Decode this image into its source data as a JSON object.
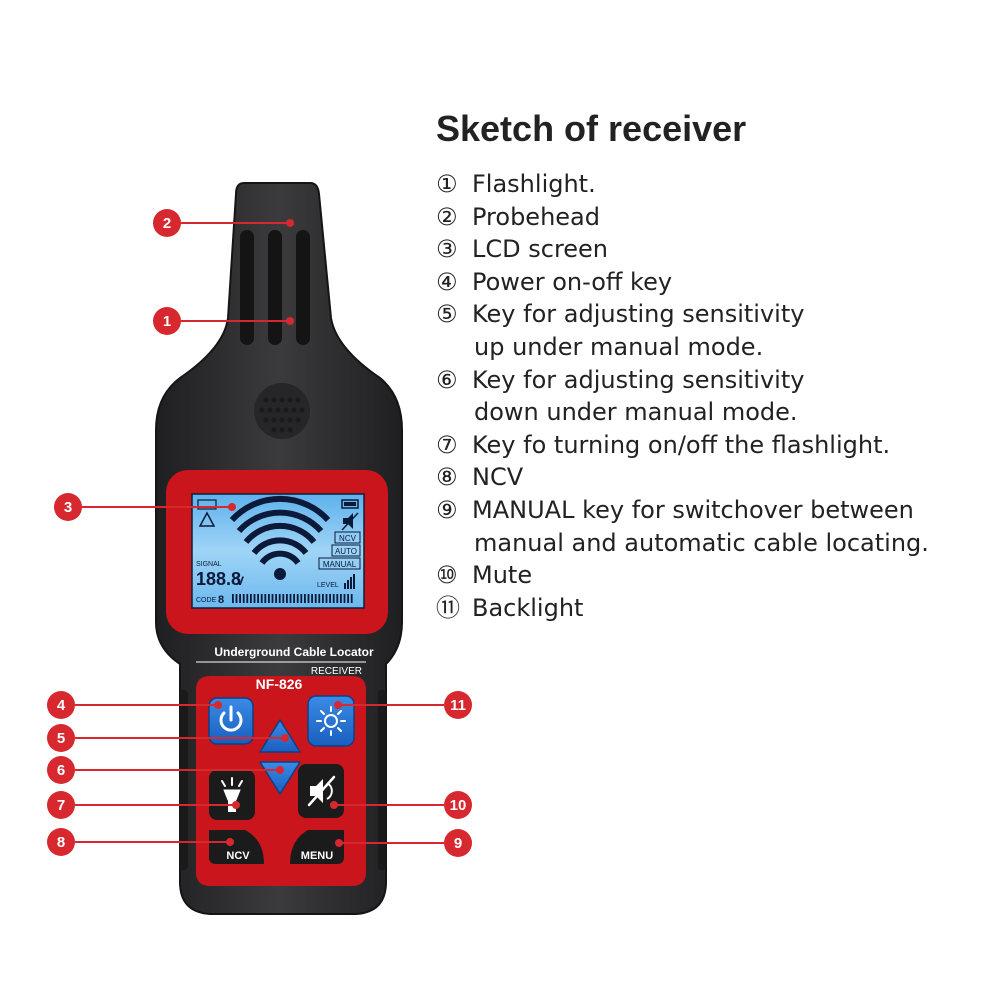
{
  "title": "Sketch of receiver",
  "items": [
    {
      "num": "①",
      "lines": [
        "Flashlight."
      ]
    },
    {
      "num": "②",
      "lines": [
        "Probehead"
      ]
    },
    {
      "num": "③",
      "lines": [
        "LCD screen"
      ]
    },
    {
      "num": "④",
      "lines": [
        "Power on-off key"
      ]
    },
    {
      "num": "⑤",
      "lines": [
        "Key for adjusting sensitivity",
        "up under manual mode."
      ]
    },
    {
      "num": "⑥",
      "lines": [
        "Key for adjusting sensitivity",
        "down under manual mode."
      ]
    },
    {
      "num": "⑦",
      "lines": [
        "Key fo turning on/off the flashlight."
      ]
    },
    {
      "num": "⑧",
      "lines": [
        "NCV"
      ]
    },
    {
      "num": "⑨",
      "lines": [
        "MANUAL key for switchover between",
        "manual and automatic cable locating."
      ]
    },
    {
      "num": "⑩",
      "lines": [
        "Mute"
      ]
    },
    {
      "num": "⑪",
      "lines": [
        "Backlight"
      ]
    }
  ],
  "callouts": [
    "1",
    "2",
    "3",
    "4",
    "5",
    "6",
    "7",
    "8",
    "9",
    "10",
    "11"
  ],
  "device": {
    "product_label": "Underground Cable Locator",
    "receiver_label": "RECEIVER",
    "model": "NF-826",
    "ncv_key": "NCV",
    "menu_key": "MENU",
    "lcd": {
      "signal_label": "SIGNAL",
      "signal_value": "188.8",
      "signal_unit": "V",
      "code_label": "CODE",
      "code_value": "8",
      "level_label": "LEVEL",
      "ncv": "NCV",
      "auto": "AUTO",
      "manual": "MANUAL"
    }
  },
  "colors": {
    "callout_red": "#d7282f",
    "body_dark": "#2f2f31",
    "panel_red": "#c9151b",
    "lcd_blue": "#7fc4f2",
    "key_blue": "#1f6fd1"
  }
}
